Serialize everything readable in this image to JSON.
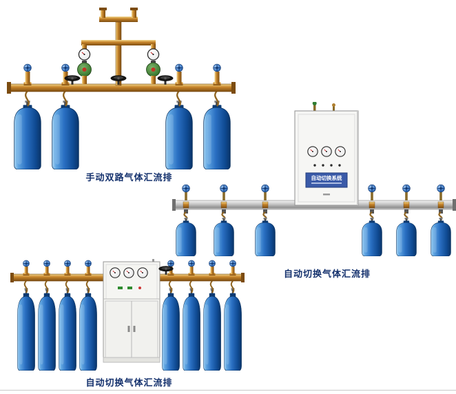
{
  "page": {
    "background": "#ffffff"
  },
  "products": [
    {
      "caption": "手动双路气体汇流排",
      "type": "manual-double-circuit-gas-manifold",
      "cylinder_count": 4
    },
    {
      "caption": "自动切换气体汇流排",
      "type": "automatic-switching-gas-manifold-wall-cabinet",
      "cylinder_count": 6,
      "cabinet_plate_text": "自动切换系统"
    },
    {
      "caption": "自动切换气体汇流排",
      "type": "automatic-switching-gas-manifold-floor-cabinet",
      "cylinder_count": 8
    }
  ],
  "colors": {
    "cylinder_blue_dark": "#0a3468",
    "cylinder_blue_light": "#a8d4f2",
    "brass": "#c8862c",
    "rail_silver": "#c2c2c2",
    "cabinet_white": "#f6f6f4",
    "plate_blue": "#3a5aa8",
    "caption_text": "#14316d"
  }
}
